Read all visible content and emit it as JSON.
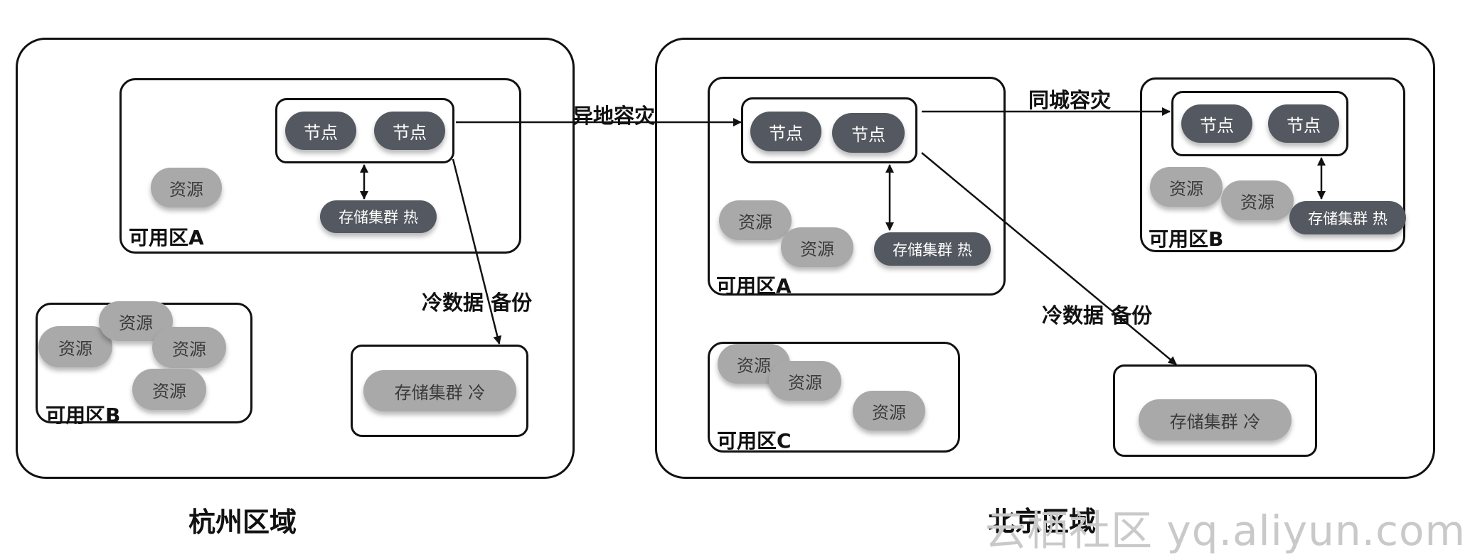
{
  "regions": {
    "hangzhou": {
      "label": "杭州区域",
      "zone_a": {
        "label": "可用区A",
        "nodes": [
          "节点",
          "节点"
        ],
        "resources": [
          "资源"
        ],
        "hot_storage": "存储集群 热"
      },
      "zone_b": {
        "label": "可用区B",
        "resources": [
          "资源",
          "资源",
          "资源",
          "资源"
        ]
      },
      "cold_storage": "存储集群 冷"
    },
    "beijing": {
      "label": "北京区域",
      "zone_a": {
        "label": "可用区A",
        "nodes": [
          "节点",
          "节点"
        ],
        "resources": [
          "资源",
          "资源"
        ],
        "hot_storage": "存储集群 热"
      },
      "zone_b": {
        "label": "可用区B",
        "nodes": [
          "节点",
          "节点"
        ],
        "resources": [
          "资源",
          "资源"
        ],
        "hot_storage": "存储集群 热"
      },
      "zone_c": {
        "label": "可用区C",
        "resources": [
          "资源",
          "资源",
          "资源"
        ]
      },
      "cold_storage": "存储集群 冷"
    }
  },
  "edges": {
    "remote_dr": "异地容灾",
    "same_city_dr": "同城容灾",
    "hz_cold_backup": "冷数据 备份",
    "bj_cold_backup": "冷数据 备份"
  },
  "watermark": "云栖社区 yq.aliyun.com",
  "colors": {
    "node": "#545860",
    "resource": "#a9a9a9",
    "line": "#111111"
  }
}
